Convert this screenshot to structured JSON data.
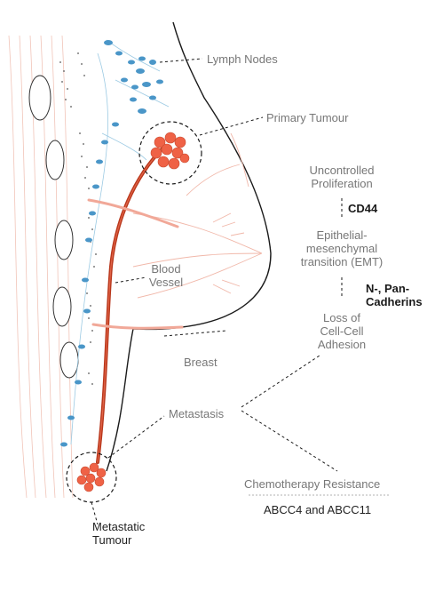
{
  "labels": {
    "lymph_nodes": "Lymph Nodes",
    "primary_tumour": "Primary Tumour",
    "uncontrolled_proliferation": [
      "Uncontrolled",
      "Proliferation"
    ],
    "cd44": "CD44",
    "emt": [
      "Epithelial-",
      "mesenchymal",
      "transition (EMT)"
    ],
    "cadherins": [
      "N-, Pan-",
      "Cadherins"
    ],
    "loss_of_adhesion": [
      "Loss of",
      "Cell-Cell",
      "Adhesion"
    ],
    "blood_vessel": [
      "Blood",
      "Vessel"
    ],
    "breast": "Breast",
    "metastasis": "Metastasis",
    "chemotherapy_resistance": "Chemotherapy Resistance",
    "abcc": "ABCC4 and ABCC11",
    "metastatic_tumour": [
      "Metastatic",
      "Tumour"
    ]
  },
  "colors": {
    "outline": "#1a1a1a",
    "tissue_lines": "#f1b8aa",
    "lymph_vessel": "#8cc3e0",
    "lymph_node": "#4a96c8",
    "blood_vessel": "#b8371c",
    "tumour": "#ef6246",
    "label_text": "#777777",
    "bold_text": "#1a1a1a"
  }
}
